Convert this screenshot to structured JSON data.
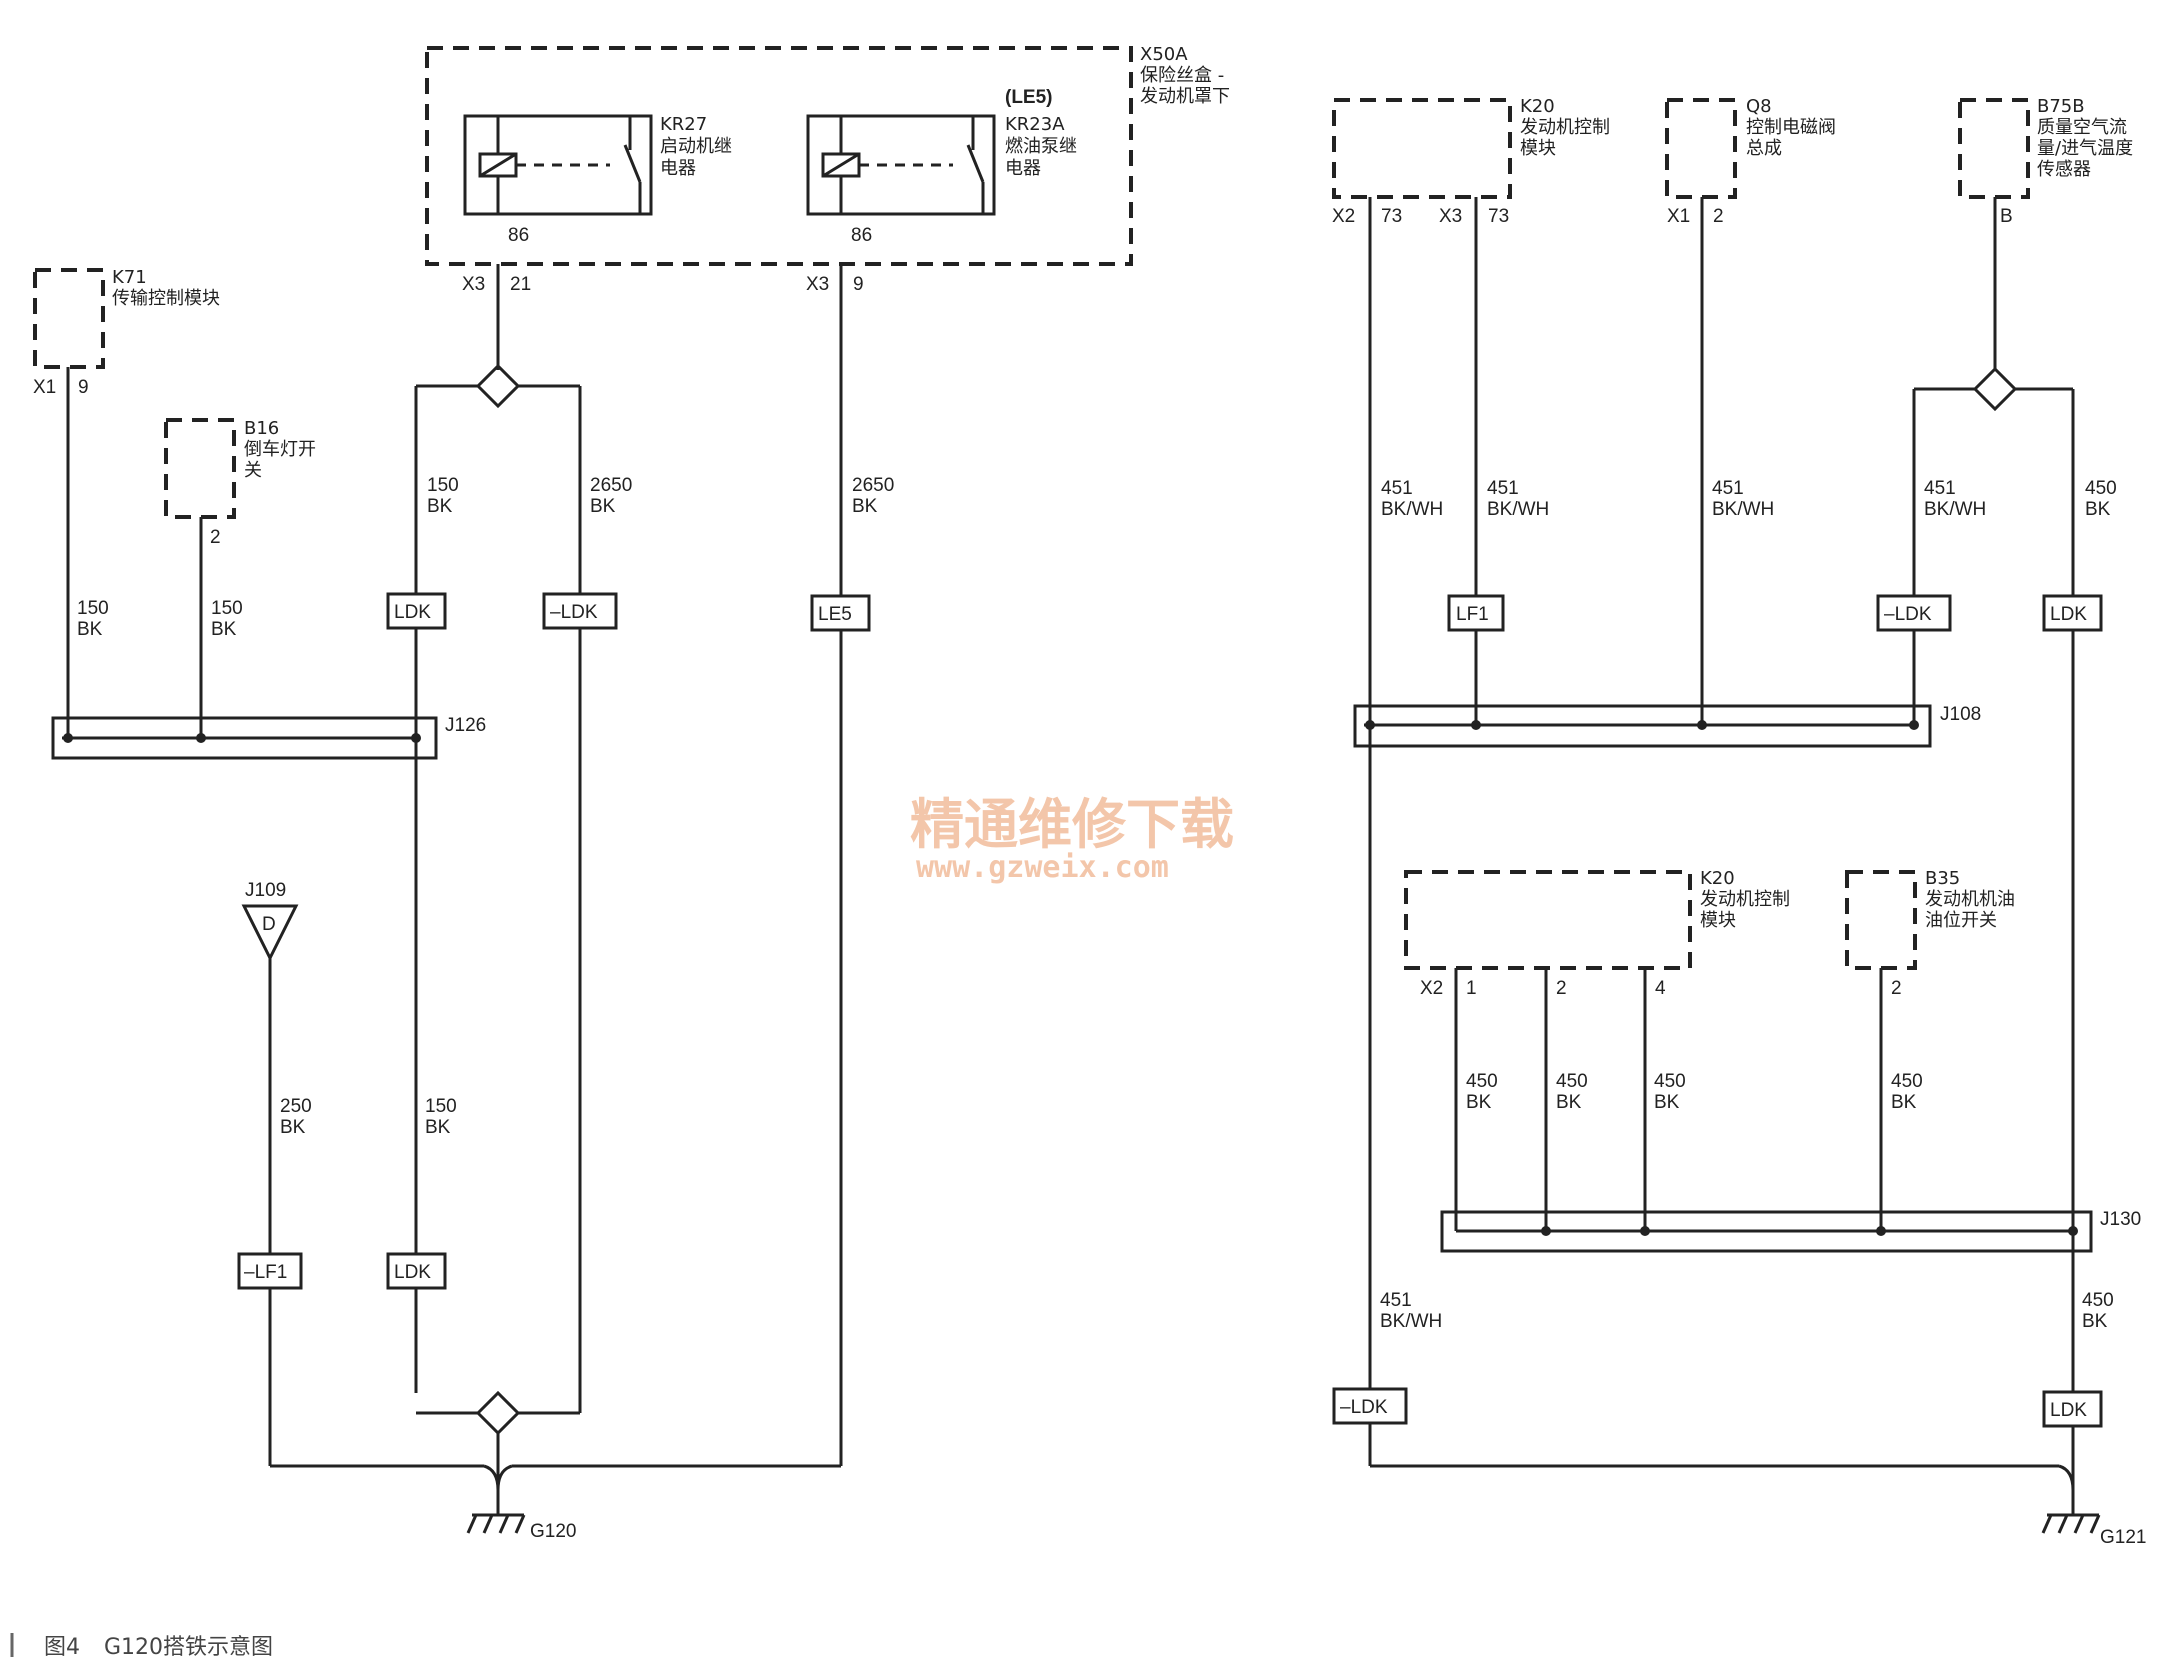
{
  "fuse_box": {
    "id": "X50A",
    "name_line1": "保险丝盒 -",
    "name_line2": "发动机罩下"
  },
  "relay_kr27": {
    "id": "KR27",
    "name_line1": "启动机继",
    "name_line2": "电器",
    "pin": "86",
    "connector": "X3",
    "conn_pin": "21"
  },
  "relay_kr23a": {
    "option": "(LE5)",
    "id": "KR23A",
    "name_line1": "燃油泵继",
    "name_line2": "电器",
    "pin": "86",
    "connector": "X3",
    "conn_pin": "9"
  },
  "k71": {
    "id": "K71",
    "name": "传输控制模块",
    "connector": "X1",
    "pin": "9"
  },
  "b16": {
    "id": "B16",
    "name_line1": "倒车灯开",
    "name_line2": "关",
    "pin": "2"
  },
  "left_wires": {
    "k71": {
      "circuit": "150",
      "color": "BK"
    },
    "b16": {
      "circuit": "150",
      "color": "BK"
    },
    "kr27_left": {
      "circuit": "150",
      "color": "BK"
    },
    "kr27_right": {
      "circuit": "2650",
      "color": "BK"
    },
    "kr23a": {
      "circuit": "2650",
      "color": "BK"
    },
    "j109": {
      "circuit": "250",
      "color": "BK"
    },
    "lower_150": {
      "circuit": "150",
      "color": "BK"
    }
  },
  "left_options": {
    "ldk1": "LDK",
    "nldk1": "–LDK",
    "le5": "LE5",
    "nlf1": "–LF1",
    "ldk2": "LDK"
  },
  "splice_j126": "J126",
  "j109": {
    "id": "J109",
    "letter": "D"
  },
  "ground_g120": "G120",
  "k20_top": {
    "id": "K20",
    "name_line1": "发动机控制",
    "name_line2": "模块",
    "c1": "X2",
    "p1": "73",
    "c2": "X3",
    "p2": "73"
  },
  "q8": {
    "id": "Q8",
    "name_line1": "控制电磁阀",
    "name_line2": "总成",
    "connector": "X1",
    "pin": "2"
  },
  "b75b": {
    "id": "B75B",
    "name_line1": "质量空气流",
    "name_line2": "量/进气温度",
    "name_line3": "传感器",
    "pin": "B"
  },
  "right_wires": {
    "w1": {
      "circuit": "451",
      "color": "BK/WH"
    },
    "w2": {
      "circuit": "451",
      "color": "BK/WH"
    },
    "w3": {
      "circuit": "451",
      "color": "BK/WH"
    },
    "w4": {
      "circuit": "451",
      "color": "BK/WH"
    },
    "w5": {
      "circuit": "450",
      "color": "BK"
    },
    "k20_1": {
      "circuit": "450",
      "color": "BK"
    },
    "k20_2": {
      "circuit": "450",
      "color": "BK"
    },
    "k20_4": {
      "circuit": "450",
      "color": "BK"
    },
    "b35": {
      "circuit": "450",
      "color": "BK"
    },
    "low_left": {
      "circuit": "451",
      "color": "BK/WH"
    },
    "low_right": {
      "circuit": "450",
      "color": "BK"
    }
  },
  "right_options": {
    "lf1": "LF1",
    "nldk1": "–LDK",
    "ldk1": "LDK",
    "nldk2": "–LDK",
    "ldk2": "LDK"
  },
  "splice_j108": "J108",
  "k20_mid": {
    "id": "K20",
    "name_line1": "发动机控制",
    "name_line2": "模块",
    "connector": "X2",
    "p1": "1",
    "p2": "2",
    "p3": "4"
  },
  "b35": {
    "id": "B35",
    "name_line1": "发动机机油",
    "name_line2": "油位开关",
    "pin": "2"
  },
  "splice_j130": "J130",
  "ground_g121": "G121",
  "watermark": {
    "line1": "精通维修下载",
    "line2": "www.gzweix.com"
  },
  "caption": {
    "fig": "图4",
    "title": "G120搭铁示意图"
  }
}
